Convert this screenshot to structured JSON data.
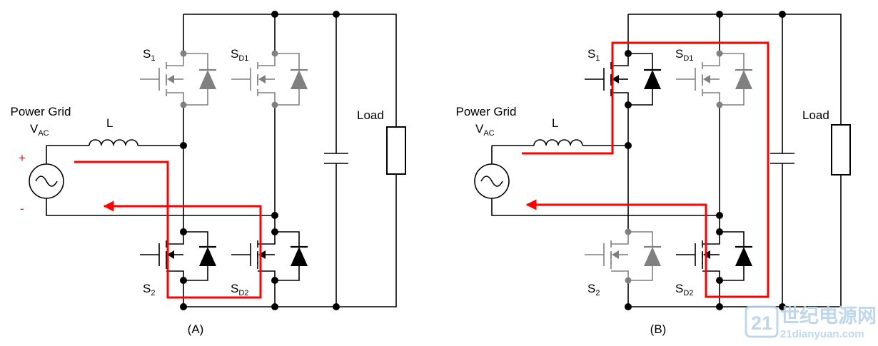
{
  "panels": [
    {
      "caption": "(A)",
      "source_title": "Power Grid",
      "source_voltage": "V",
      "source_voltage_sub": "AC",
      "plus_sign": "+",
      "minus_sign": "-",
      "inductor_label": "L",
      "load_label": "Load",
      "s1": "S",
      "s1_sub": "1",
      "sd1": "S",
      "sd1_sub": "D1",
      "s2": "S",
      "s2_sub": "2",
      "sd2": "S",
      "sd2_sub": "D2",
      "active_switches": [
        "S2",
        "SD2"
      ],
      "inactive_switches": [
        "S1",
        "SD1"
      ]
    },
    {
      "caption": "(B)",
      "source_title": "Power Grid",
      "source_voltage": "V",
      "source_voltage_sub": "AC",
      "inductor_label": "L",
      "load_label": "Load",
      "s1": "S",
      "s1_sub": "1",
      "sd1": "S",
      "sd1_sub": "D1",
      "s2": "S",
      "s2_sub": "2",
      "sd2": "S",
      "sd2_sub": "D2",
      "active_switches": [
        "S1",
        "SD2"
      ],
      "inactive_switches": [
        "S2",
        "SD1"
      ]
    }
  ],
  "watermark": {
    "text": "世纪电源网",
    "domain": "21dianyuan.com"
  },
  "colors": {
    "active": "#000000",
    "inactive": "#808080",
    "current_path": "#ff0000",
    "watermark": "#b9d3ea"
  }
}
